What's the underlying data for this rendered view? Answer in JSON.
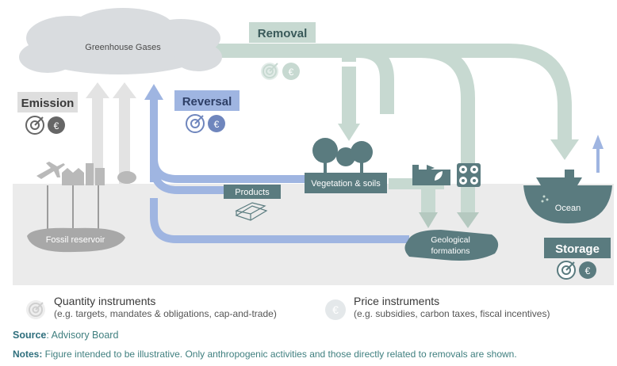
{
  "diagram": {
    "greenhouse_gases": "Greenhouse Gases",
    "removal": "Removal",
    "emission": "Emission",
    "reversal": "Reversal",
    "storage": "Storage",
    "products": "Products",
    "vegetation_soils": "Vegetation & soils",
    "geological_line1": "Geological",
    "geological_line2": "formations",
    "ocean": "Ocean",
    "fossil_reservoir": "Fossil reservoir",
    "euro_symbol": "€"
  },
  "legend": {
    "quantity_title": "Quantity instruments",
    "quantity_sub": "(e.g. targets, mandates & obligations, cap-and-trade)",
    "price_title": "Price instruments",
    "price_sub": "(e.g. subsidies, carbon taxes, fiscal incentives)",
    "price_symbol": "€"
  },
  "source": {
    "label": "Source",
    "text": ": Advisory Board"
  },
  "notes": {
    "label": "Notes:",
    "text": " Figure intended to be illustrative. Only anthropogenic activities and those directly related to removals are shown."
  },
  "colors": {
    "removal_arrow": "#c7d9d1",
    "reversal_arrow": "#9fb5e1",
    "emission_arrow": "#e3e3e3",
    "ground": "#ebebeb",
    "cloud": "#d9dcdf",
    "teal": "#5a7b7f",
    "storage_label": "#5a7b7f",
    "removal_label": "#c7d9d1",
    "reversal_label": "#9fb5e1",
    "emission_label": "#dedede"
  }
}
